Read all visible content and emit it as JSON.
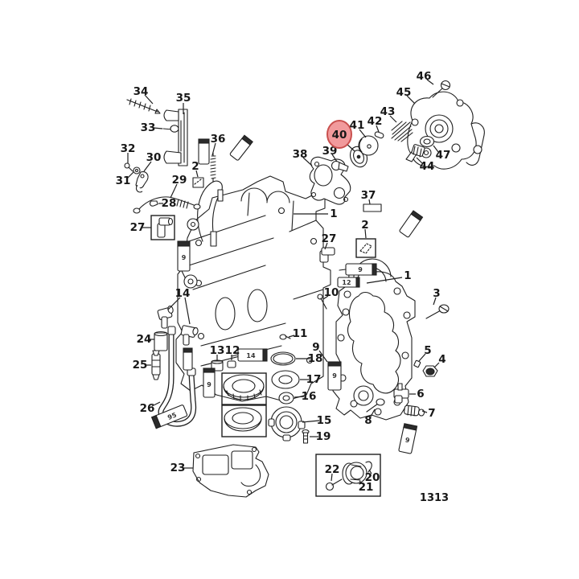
{
  "diagram": {
    "type": "exploded-parts-diagram",
    "drawing_code": "1313",
    "highlight": {
      "part_number": "40",
      "fill": "#f19a9c",
      "stroke": "#c9504e",
      "text_color": "#8e1b1b"
    },
    "labels": {
      "n1": "1",
      "n2": "2",
      "n3": "3",
      "n4": "4",
      "n5": "5",
      "n6": "6",
      "n7": "7",
      "n8": "8",
      "n9": "9",
      "n10": "10",
      "n11": "11",
      "n12": "12",
      "n13": "13",
      "n14": "14",
      "n15": "15",
      "n16": "16",
      "n17": "17",
      "n18": "18",
      "n19": "19",
      "n20": "20",
      "n21": "21",
      "n22": "22",
      "n23": "23",
      "n24": "24",
      "n25": "25",
      "n26": "26",
      "n27": "27",
      "n28": "28",
      "n29": "29",
      "n30": "30",
      "n31": "31",
      "n32": "32",
      "n33": "33",
      "n34": "34",
      "n35": "35",
      "n36": "36",
      "n37": "37",
      "n38": "38",
      "n39": "39",
      "n40": "40",
      "n41": "41",
      "n42": "42",
      "n43": "43",
      "n44": "44",
      "n45": "45",
      "n46": "46",
      "n47": "47"
    },
    "tube_labels": {
      "t9": "9",
      "t12": "12",
      "t14": "14",
      "t95": "95"
    }
  }
}
